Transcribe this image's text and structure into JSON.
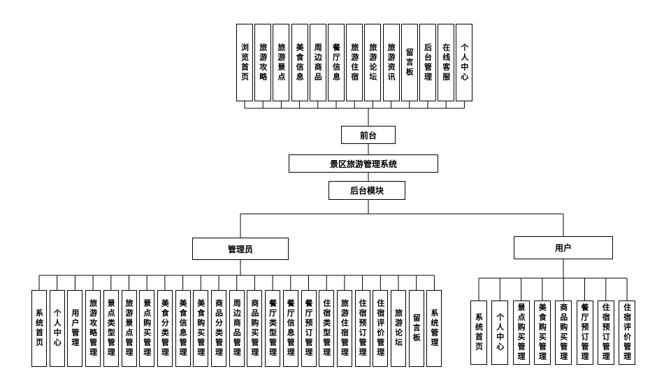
{
  "diagram": {
    "front_items": [
      "浏览首页",
      "旅游攻略",
      "旅游景点",
      "美食信息",
      "周边商品",
      "餐厅信息",
      "旅游住宿",
      "旅游论坛",
      "旅游资讯",
      "留言板",
      "后台管理",
      "在线客服",
      "个人中心"
    ],
    "front": "前台",
    "system": "景区旅游管理系统",
    "backend": "后台模块",
    "admin": "管理员",
    "user": "用户",
    "admin_items": [
      "系统首页",
      "个人中心",
      "用户管理",
      "旅游攻略管理",
      "景点类型管理",
      "旅游景点管理",
      "景点购买管理",
      "美食分类管理",
      "美食信息管理",
      "美食购买管理",
      "商品分类管理",
      "周边商品管理",
      "商品购买管理",
      "餐厅类型管理",
      "餐厅信息管理",
      "餐厅预订管理",
      "住宿类型管理",
      "旅游住宿管理",
      "住宿预订管理",
      "住宿评价管理",
      "旅游论坛",
      "留言板",
      "系统管理"
    ],
    "user_items": [
      "系统首页",
      "个人中心",
      "景点购买管理",
      "美食购买管理",
      "商品购买管理",
      "餐厅预订管理",
      "住宿预订管理",
      "住宿评价管理"
    ]
  }
}
